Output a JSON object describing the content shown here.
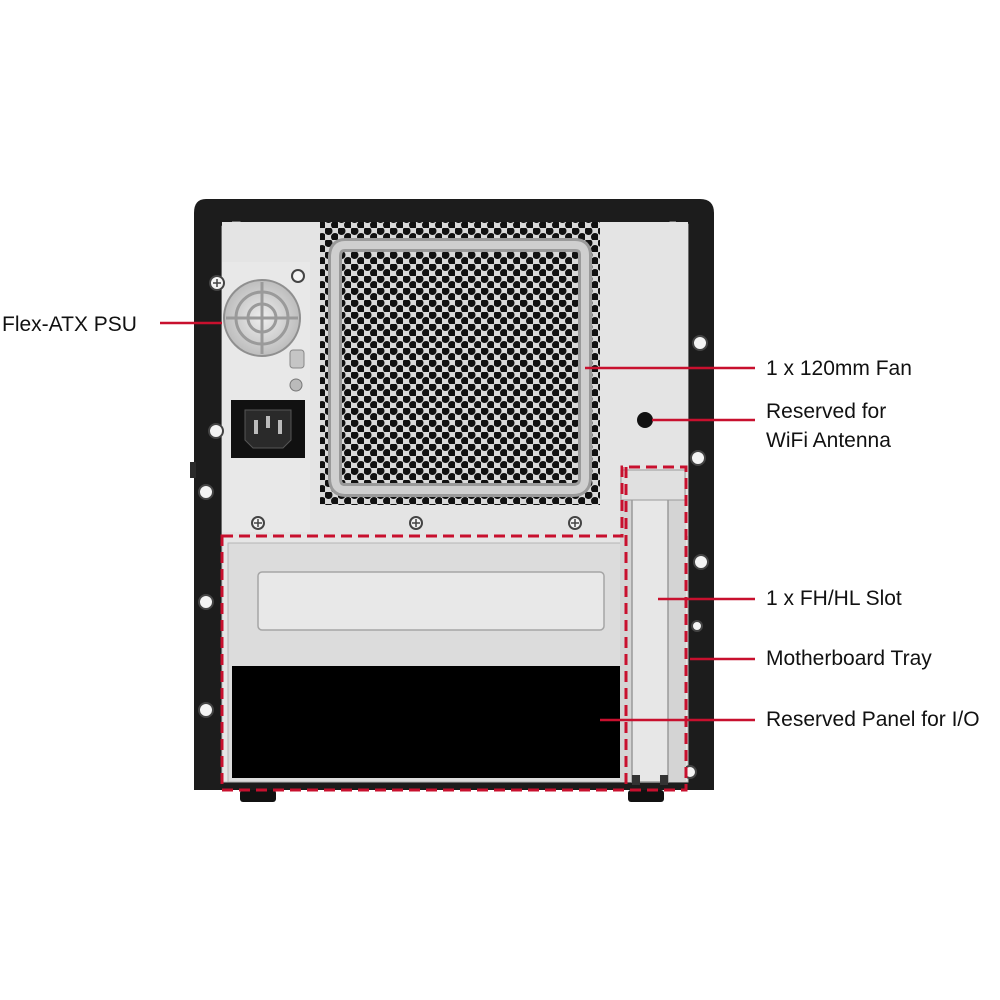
{
  "callouts": {
    "psu": "Flex-ATX PSU",
    "fan": "1 x 120mm Fan",
    "wifi_line1": "Reserved for",
    "wifi_line2": "WiFi Antenna",
    "slot": "1 x FH/HL Slot",
    "tray": "Motherboard Tray",
    "io": "Reserved Panel for I/O"
  },
  "colors": {
    "accent_red": "#c8102e",
    "chassis_black": "#1c1c1c",
    "panel_grey": "#dcdcdc",
    "panel_light": "#e9e9e9",
    "io_panel": "#000000"
  }
}
